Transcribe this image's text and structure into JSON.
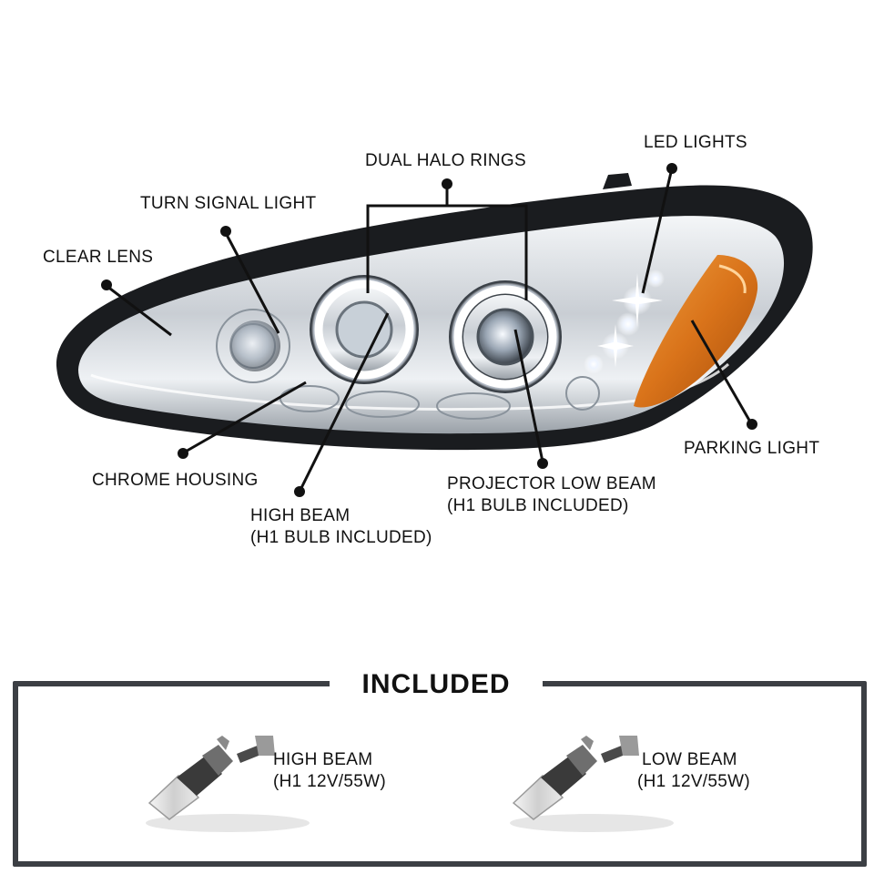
{
  "callouts": {
    "led_lights": "LED LIGHTS",
    "dual_halo_rings": "DUAL HALO RINGS",
    "turn_signal_light": "TURN SIGNAL LIGHT",
    "clear_lens": "CLEAR LENS",
    "parking_light": "PARKING LIGHT",
    "chrome_housing": "CHROME HOUSING",
    "projector_low_beam": "PROJECTOR LOW BEAM",
    "projector_low_beam_sub": "(H1 BULB INCLUDED)",
    "high_beam": "HIGH BEAM",
    "high_beam_sub": "(H1 BULB INCLUDED)"
  },
  "included": {
    "title": "INCLUDED",
    "items": [
      {
        "name": "HIGH BEAM",
        "spec": "(H1 12V/55W)"
      },
      {
        "name": "LOW BEAM",
        "spec": "(H1 12V/55W)"
      }
    ]
  },
  "colors": {
    "housing": "#1a1c1f",
    "chrome": "#d9dde2",
    "amber": "#e0811c",
    "frame": "#3c3f44"
  }
}
